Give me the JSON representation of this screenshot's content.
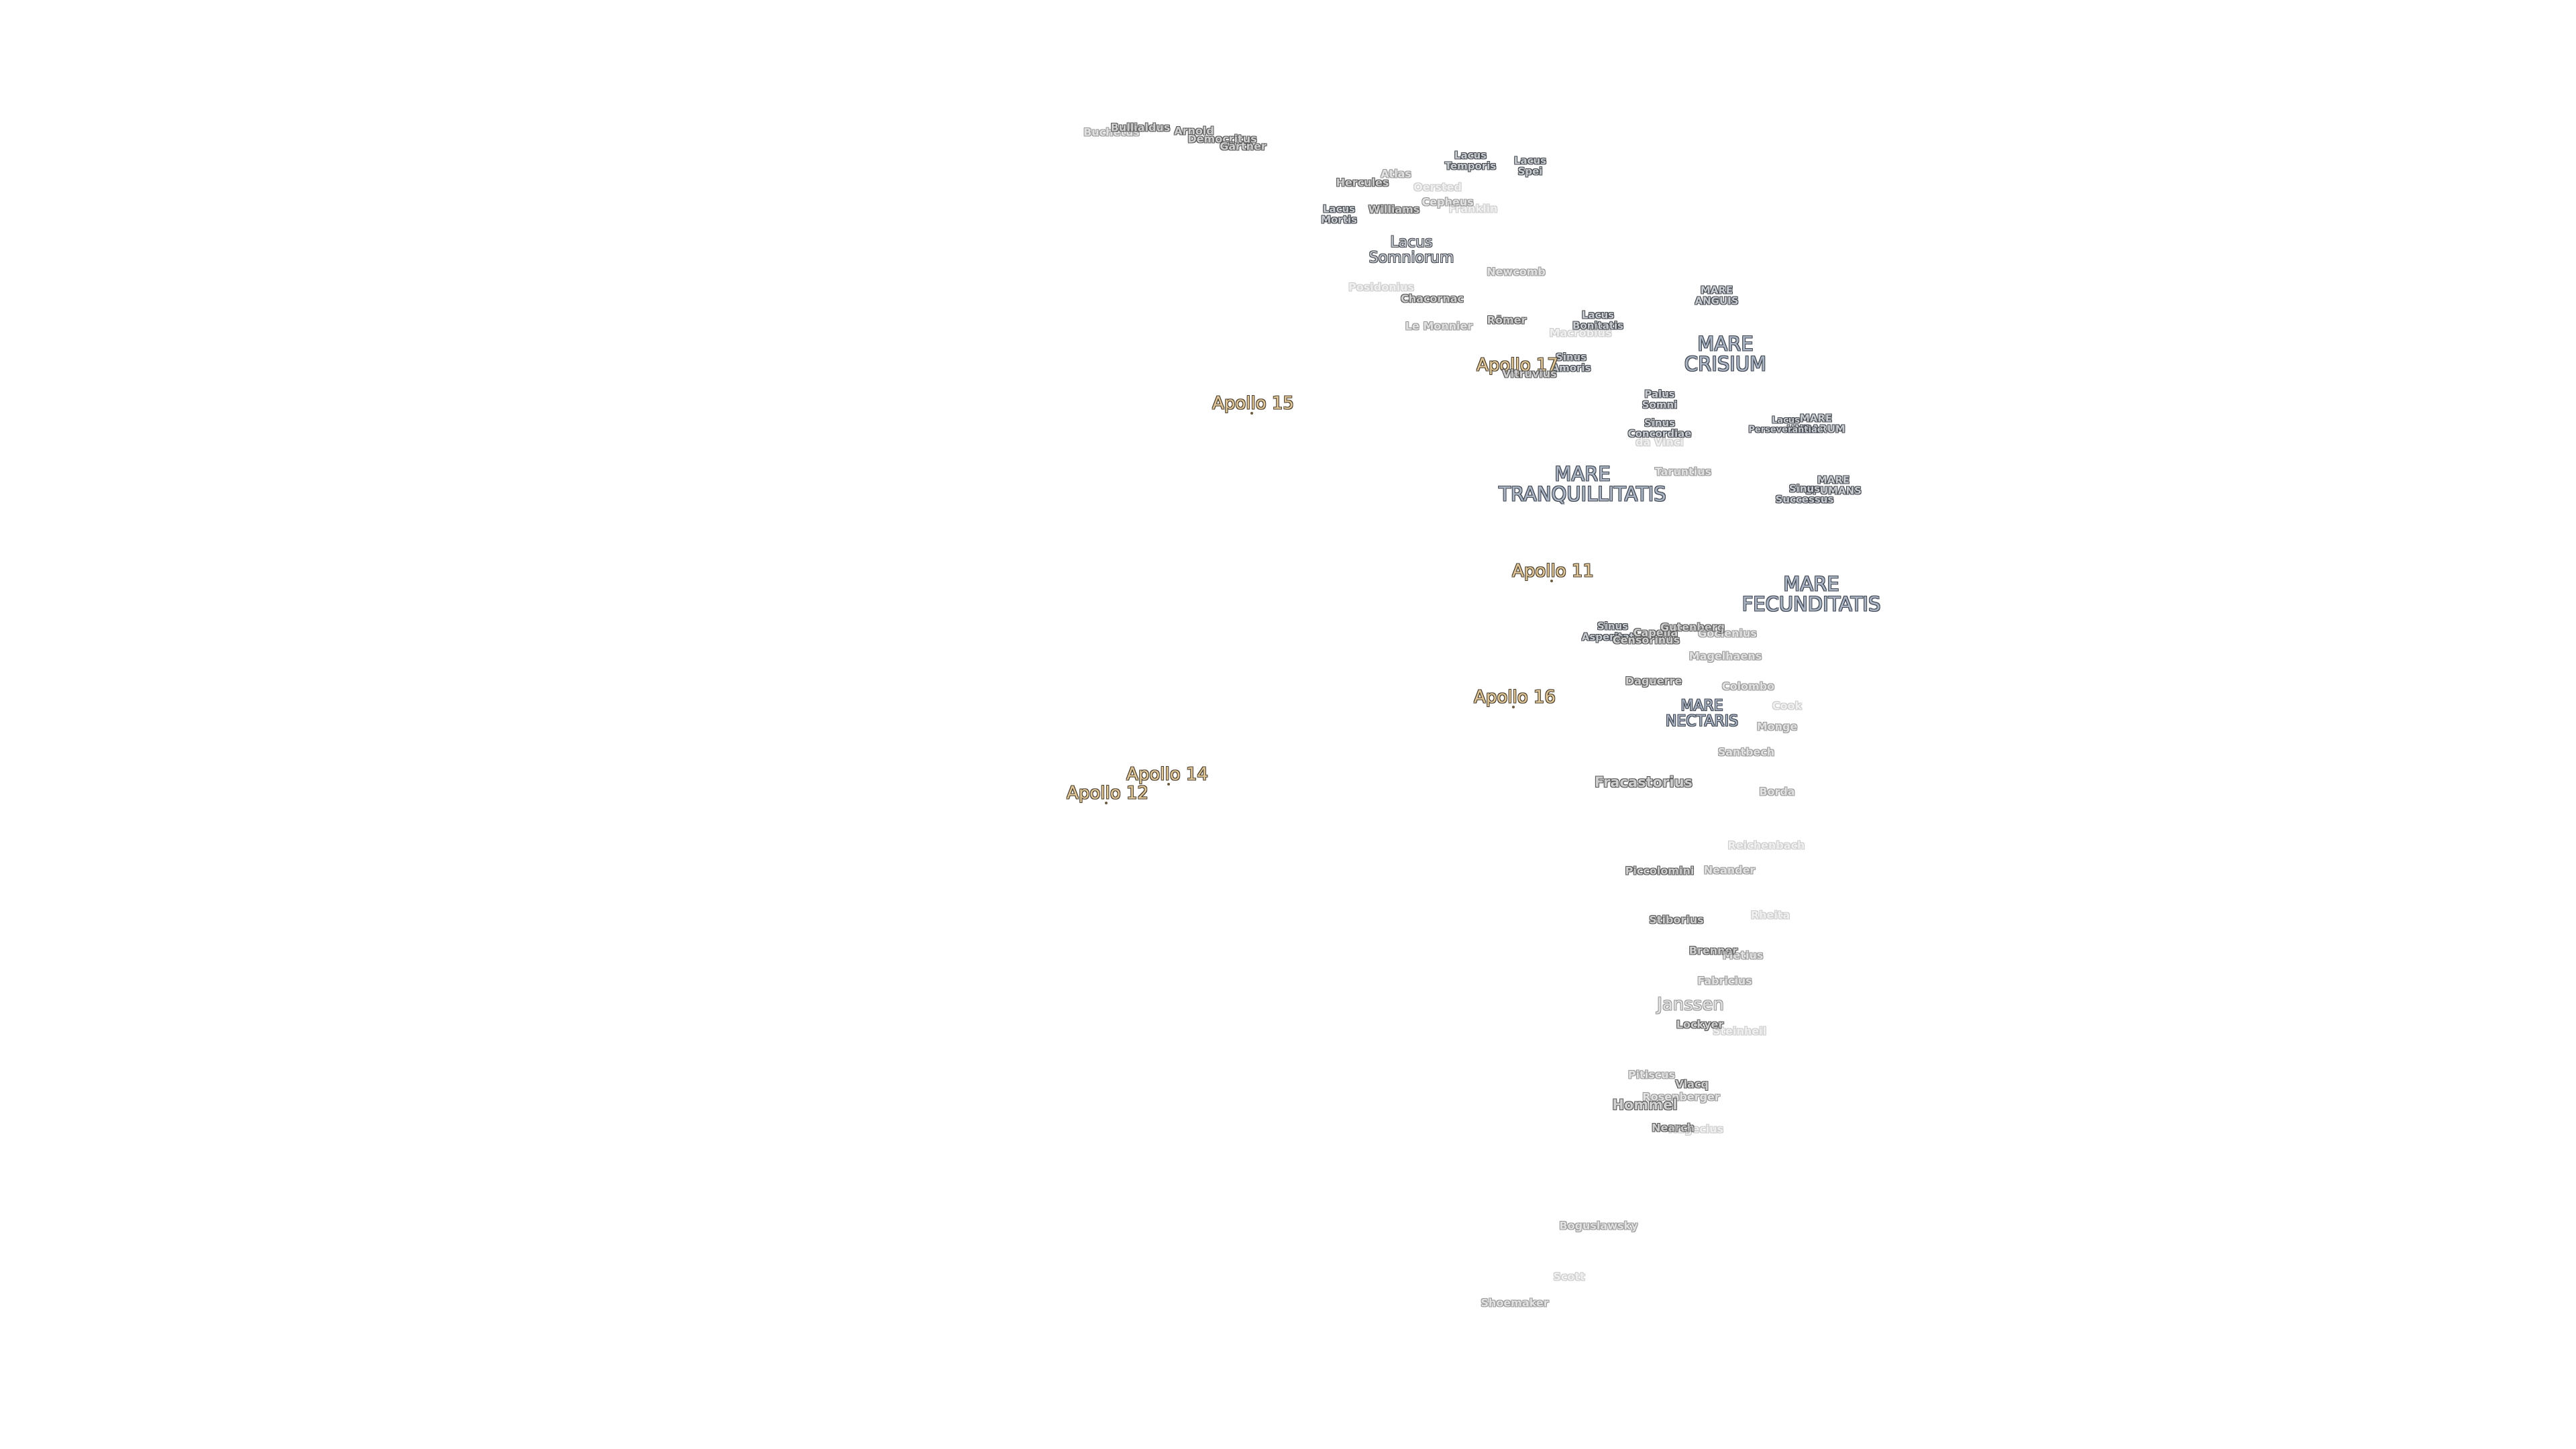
{
  "maria": {
    "crisium": "MARE\nCRISIUM",
    "tranquillitatis": "MARE\nTRANQUILLITATIS",
    "fecunditatis": "MARE\nFECUNDITATIS",
    "nectaris": "MARE\nNECTARIS",
    "anguis": "MARE\nANGUIS",
    "undarum": "MARE\nUNDARUM",
    "spumans": "MARE\nSPUMANS"
  },
  "lacus": {
    "somniorum": "Lacus\nSomniorum",
    "temporis": "Lacus\nTemporis",
    "spei": "Lacus\nSpei",
    "mortis": "Lacus\nMortis",
    "bonitatis": "Lacus\nBonitatis",
    "perseverantiae": "Lacus\nPerseverantiae",
    "palus_somni": "Palus\nSomni",
    "sinus_concordiae": "Sinus\nConcordiae",
    "sinus_amoris": "Sinus\nAmoris",
    "sinus_asperitatis": "Sinus\nAsperitatis",
    "sinus_successus": "Sinus\nSuccessus"
  },
  "apollo": {
    "a11": "Apollo 11",
    "a12": "Apollo 12",
    "a14": "Apollo 14",
    "a15": "Apollo 15",
    "a16": "Apollo 16",
    "a17": "Apollo 17"
  },
  "craters": {
    "bucherus": "Buchetus",
    "bullialdus": "Bullialdus",
    "arnold": "Arnold",
    "democritus": "Democritus",
    "gartner": "Gärtner",
    "hercules": "Hercules",
    "atlas": "Atlas",
    "oersted": "Oersted",
    "cepheus": "Cepheus",
    "franklin": "Franklin",
    "williams": "Williams",
    "newcomb": "Newcomb",
    "posidonius": "Posidonius",
    "chacornac": "Chacornac",
    "romer": "Römer",
    "le_monnier": "Le Monnier",
    "macrobius": "Macrobius",
    "vitruvius": "Vitruvius",
    "taruntius": "Taruntius",
    "da_vinci": "da Vinci",
    "censorinus": "Censorinus",
    "capella": "Capella",
    "gutenberg": "Gutenberg",
    "goclenius": "Goclenius",
    "magelhaens": "Magelhaens",
    "daguerre": "Daguerre",
    "colombo": "Colombo",
    "cook": "Cook",
    "monge": "Monge",
    "santbech": "Santbech",
    "fracastorius": "Fracastorius",
    "borda": "Borda",
    "reichenbach": "Reichenbach",
    "piccolomini": "Piccolomini",
    "neander": "Neander",
    "stiborius": "Stiborius",
    "rheita": "Rheita",
    "brenner": "Brenner",
    "metius": "Metius",
    "fabricius": "Fabricius",
    "janssen": "Janssen",
    "lockyer": "Lockyer",
    "steinheil": "Steinheil",
    "pitiscus": "Pitiscus",
    "vlacq": "Vlacq",
    "rosenberger": "Rosenberger",
    "hommel": "Hommel",
    "nearch": "Nearch",
    "hagecius": "Hagecius",
    "boguslawsky": "Boguslawsky",
    "scott": "Scott",
    "shoemaker": "Shoemaker"
  }
}
